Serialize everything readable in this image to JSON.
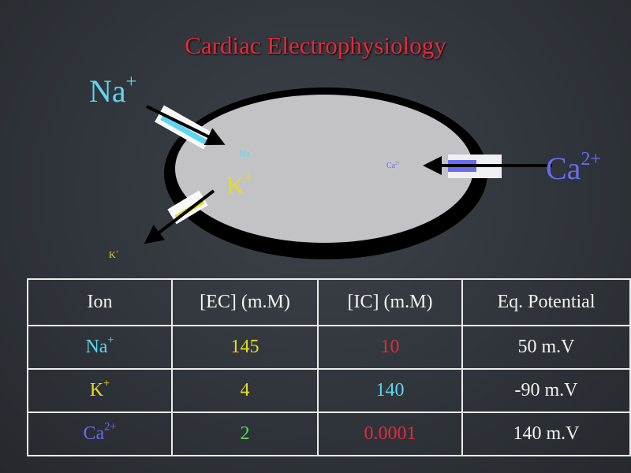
{
  "title": "Cardiac Electrophysiology",
  "diagram": {
    "na_outside": {
      "base": "Na",
      "charge": "+"
    },
    "na_inside": {
      "base": "Na",
      "charge": "+"
    },
    "k_inside": {
      "base": "K",
      "charge": "+"
    },
    "k_outside": {
      "base": "K",
      "charge": "+"
    },
    "ca_outside": {
      "base": "Ca",
      "charge": "2+"
    },
    "ca_inside": {
      "base": "Ca",
      "charge": "2+"
    }
  },
  "table": {
    "headers": [
      "Ion",
      "[EC] (m.M)",
      "[IC] (m.M)",
      "Eq. Potential"
    ],
    "rows": [
      {
        "ion": "Na",
        "charge": "+",
        "ec": "145",
        "ic": "10",
        "eq": "50 m.V"
      },
      {
        "ion": "K",
        "charge": "+",
        "ec": "4",
        "ic": "140",
        "eq": "-90 m.V"
      },
      {
        "ion": "Ca",
        "charge": "2+",
        "ec": "2",
        "ic": "0.0001",
        "eq": "140 m.V"
      }
    ]
  },
  "colors": {
    "title": "#e8283a",
    "sodium": "#5ed6f2",
    "potassium": "#e6dc1e",
    "calcium": "#6b6bf0",
    "cell_fill": "#c3c3c5",
    "cell_membrane": "#000000"
  }
}
